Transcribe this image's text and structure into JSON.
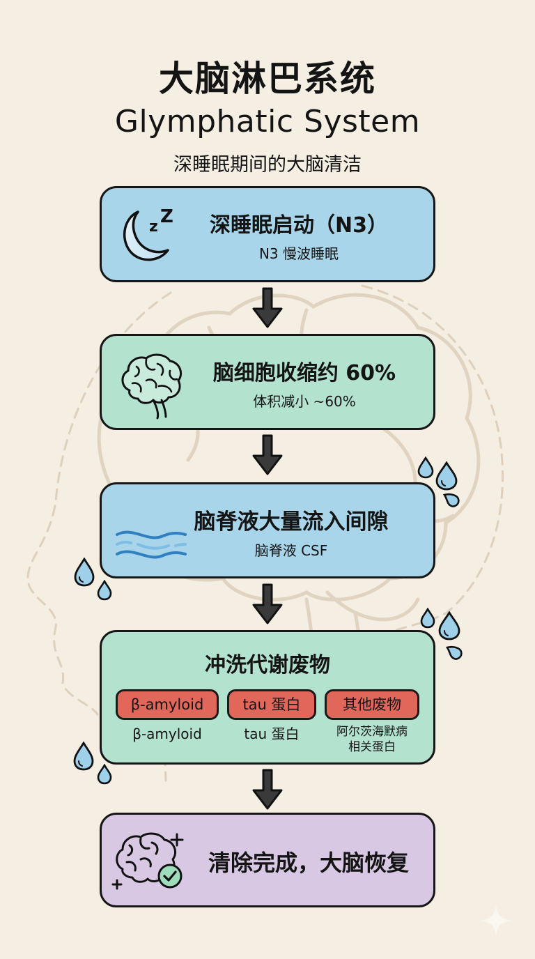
{
  "header": {
    "title_cn": "大脑淋巴系统",
    "title_en": "Glymphatic System",
    "subtitle": "深睡眠期间的大脑清洁"
  },
  "steps": [
    {
      "id": "deep-sleep",
      "icon": "moon-zzz-icon",
      "title": "深睡眠启动（N3）",
      "subtitle": "N3 慢波睡眠",
      "color": "#a8d5ea"
    },
    {
      "id": "cell-shrink",
      "icon": "brain-icon",
      "title": "脑细胞收缩约 60%",
      "subtitle": "体积减小 ~60%",
      "color": "#b3e2cf"
    },
    {
      "id": "csf-inflow",
      "icon": "wave-icon",
      "title": "脑脊液大量流入间隙",
      "subtitle": "脑脊液 CSF",
      "color": "#a8d5ea"
    },
    {
      "id": "flush-waste",
      "icon": null,
      "title": "冲洗代谢废物",
      "color": "#b3e2cf",
      "chips": [
        {
          "label": "β-amyloid",
          "note": "β-amyloid"
        },
        {
          "label": "tau 蛋白",
          "note": "tau 蛋白"
        },
        {
          "label": "其他废物",
          "note_line1": "阿尔茨海默病",
          "note_line2": "相关蛋白"
        }
      ],
      "chip_color": "#e0675a"
    },
    {
      "id": "clear-done",
      "icon": "brain-check-icon",
      "title": "清除完成，大脑恢复",
      "color": "#d8c8e3"
    }
  ],
  "colors": {
    "background": "#f4eee3",
    "outline": "#161616",
    "arrow": "#3a3a3a",
    "droplet": "#9fd0ea",
    "wave_dark": "#2f7fc1",
    "wave_light": "#7fbde3",
    "check_circle": "#9fdcbc",
    "brain_outline_bg": "#dccbb3"
  }
}
